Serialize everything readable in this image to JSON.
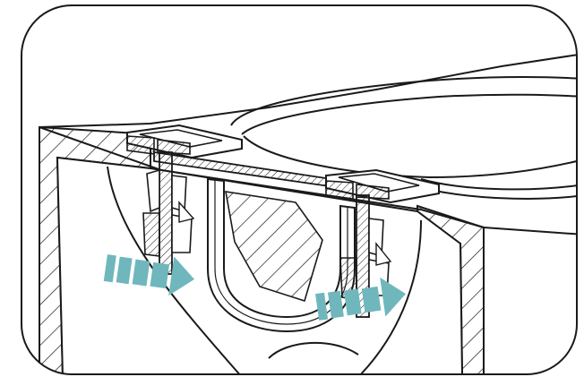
{
  "diagram": {
    "colors": {
      "line": "#1a1a1a",
      "background": "#ffffff",
      "arrow": "#6fb7bd"
    },
    "arrows": [
      {
        "name": "left-flow-arrow",
        "direction": "right"
      },
      {
        "name": "right-flow-arrow",
        "direction": "right"
      }
    ],
    "components": [
      "toilet-bowl",
      "seat-hinge-bracket-left",
      "seat-hinge-bracket-right",
      "mounting-bolt-left",
      "mounting-bolt-right",
      "u-trap-channel",
      "connecting-plate"
    ]
  }
}
